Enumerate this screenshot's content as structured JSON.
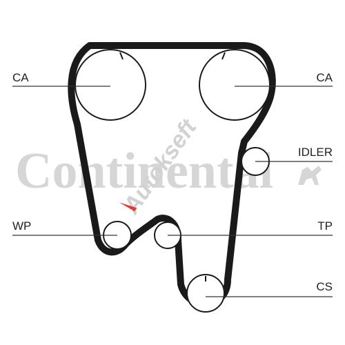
{
  "diagram": {
    "labels": {
      "ca_left": "CA",
      "ca_right": "CA",
      "idler": "IDLER",
      "wp": "WP",
      "tp": "TP",
      "cs": "CS"
    },
    "watermarks": {
      "brand": "Continental",
      "dealer": "Autokseft"
    },
    "colors": {
      "belt": "#1a1a1a",
      "line": "#333333",
      "watermark": "#d2d2d2",
      "accent": "#e53935"
    }
  }
}
